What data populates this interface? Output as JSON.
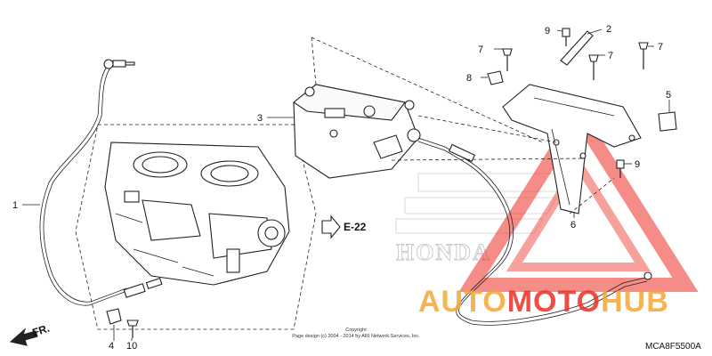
{
  "diagram": {
    "callouts": [
      {
        "id": "1",
        "label": "1"
      },
      {
        "id": "2",
        "label": "2"
      },
      {
        "id": "3",
        "label": "3"
      },
      {
        "id": "4",
        "label": "4"
      },
      {
        "id": "5",
        "label": "5"
      },
      {
        "id": "6",
        "label": "6"
      },
      {
        "id": "7a",
        "label": "7"
      },
      {
        "id": "7b",
        "label": "7"
      },
      {
        "id": "7c",
        "label": "7"
      },
      {
        "id": "8",
        "label": "8"
      },
      {
        "id": "9a",
        "label": "9"
      },
      {
        "id": "9b",
        "label": "9"
      },
      {
        "id": "10",
        "label": "10"
      }
    ],
    "reference_label": "E-22",
    "direction_label": "FR.",
    "drawing_code": "MCA8F5500A",
    "copyright_line1": "Copyright",
    "copyright_line2": "Page design (c) 2004 - 2014 by ARI Network Services, Inc."
  },
  "watermark": {
    "part1": "AUTO",
    "part2": "MOTO",
    "part3": "HUB",
    "color_primary": "#f4a634",
    "color_secondary": "#ee2e24",
    "background_brand": "HONDA"
  }
}
